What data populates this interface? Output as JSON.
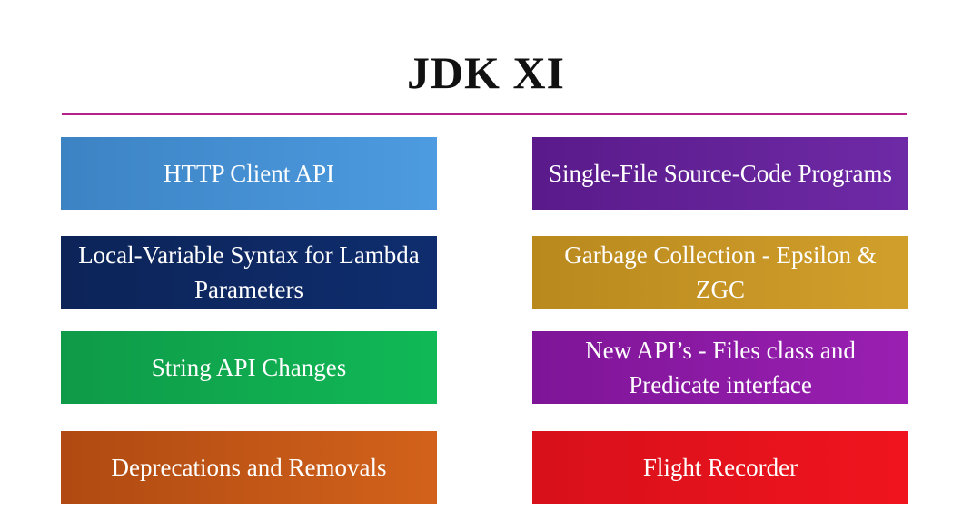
{
  "slide": {
    "title": "JDK XI",
    "rule_color": "#b5208a",
    "boxes": [
      {
        "label": "HTTP Client API",
        "color_from": "#3c83c4",
        "color_to": "#4d9be0"
      },
      {
        "label": "Single-File Source-Code Programs",
        "color_from": "#5a1a8a",
        "color_to": "#6e2aa6"
      },
      {
        "label": "Local-Variable Syntax for Lambda Parameters",
        "color_from": "#0c2458",
        "color_to": "#0f2d6e"
      },
      {
        "label": "Garbage Collection - Epsilon & ZGC",
        "color_from": "#b9891e",
        "color_to": "#d19f2b"
      },
      {
        "label": "String API Changes",
        "color_from": "#0f9a48",
        "color_to": "#10b956"
      },
      {
        "label": "New API’s - Files class and Predicate interface",
        "color_from": "#7e1597",
        "color_to": "#9a1fb2"
      },
      {
        "label": "Deprecations and Removals",
        "color_from": "#b04a12",
        "color_to": "#d2621b"
      },
      {
        "label": "Flight Recorder",
        "color_from": "#d7101a",
        "color_to": "#f0141e"
      }
    ]
  }
}
